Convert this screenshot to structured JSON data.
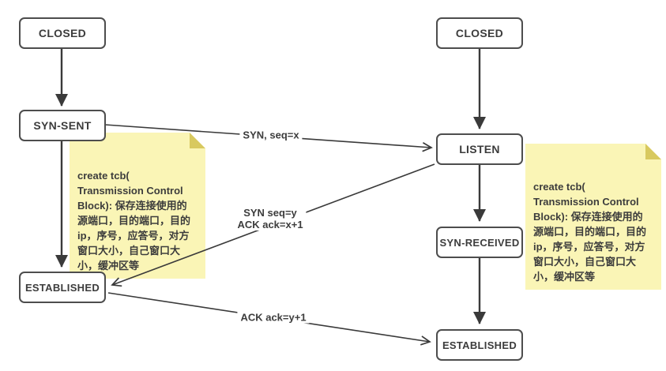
{
  "diagram": {
    "kind": "tcp-three-way-handshake-state-diagram",
    "client": {
      "states": {
        "closed": "CLOSED",
        "syn_sent": "SYN-SENT",
        "established": "ESTABLISHED"
      }
    },
    "server": {
      "states": {
        "closed": "CLOSED",
        "listen": "LISTEN",
        "syn_received": "SYN-RECEIVED",
        "established": "ESTABLISHED"
      }
    },
    "messages": {
      "syn": "SYN, seq=x",
      "syn_ack_line1": "SYN seq=y",
      "syn_ack_line2": "ACK ack=x+1",
      "ack": "ACK ack=y+1"
    },
    "notes": {
      "left": "create tcb(\nTransmission Control\nBlock): 保存连接使用的\n源端口，目的端口，目的\nip，序号，应答号，对方\n窗口大小，自己窗口大\n小，缓冲区等",
      "right": "create tcb(\nTransmission Control\nBlock): 保存连接使用的\n源端口，目的端口，目的\nip，序号，应答号，对方\n窗口大小，自己窗口大\n小，缓冲区等"
    },
    "colors": {
      "background": "#FFFFFF",
      "note_background": "#FAF5B6",
      "note_fold": "#D8C95F",
      "box_border": "#4D4D4D",
      "line": "#3A3A3A",
      "text": "#3C3C3C"
    }
  }
}
